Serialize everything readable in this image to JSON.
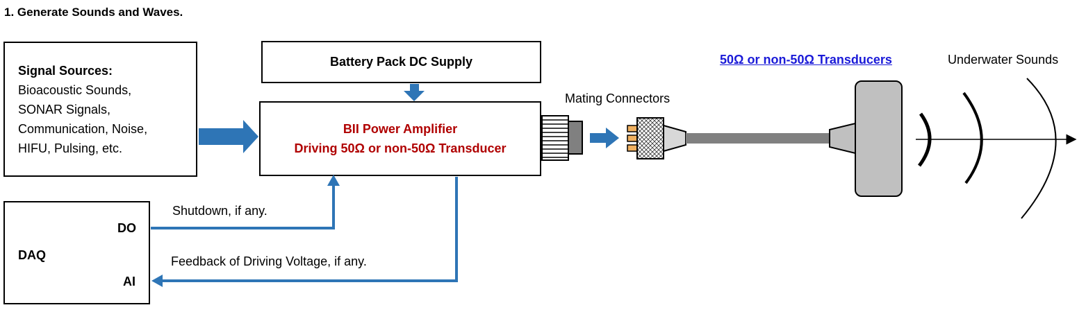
{
  "heading": "1. Generate Sounds and Waves.",
  "signal_sources": {
    "title": "Signal Sources:",
    "lines": [
      "Bioacoustic Sounds,",
      "SONAR Signals,",
      "Communication, Noise,",
      "HIFU, Pulsing, etc."
    ]
  },
  "battery": {
    "label": "Battery Pack DC Supply"
  },
  "amplifier": {
    "line1": "BII Power Amplifier",
    "line2": "Driving 50Ω or non-50Ω Transducer",
    "color": "#b00000"
  },
  "daq": {
    "label": "DAQ",
    "do_label": "DO",
    "ai_label": "AI"
  },
  "shutdown_label": "Shutdown, if any.",
  "feedback_label": "Feedback of Driving Voltage, if any.",
  "mating_connectors_label": "Mating Connectors",
  "transducers_link": "50Ω or non-50Ω  Transducers",
  "underwater_label": "Underwater Sounds",
  "colors": {
    "arrow_blue": "#2e75b6",
    "link_blue": "#1a1ad8",
    "connector_gold": "#f0b060",
    "transducer_gray": "#c0c0c0",
    "cable_gray": "#808080"
  }
}
